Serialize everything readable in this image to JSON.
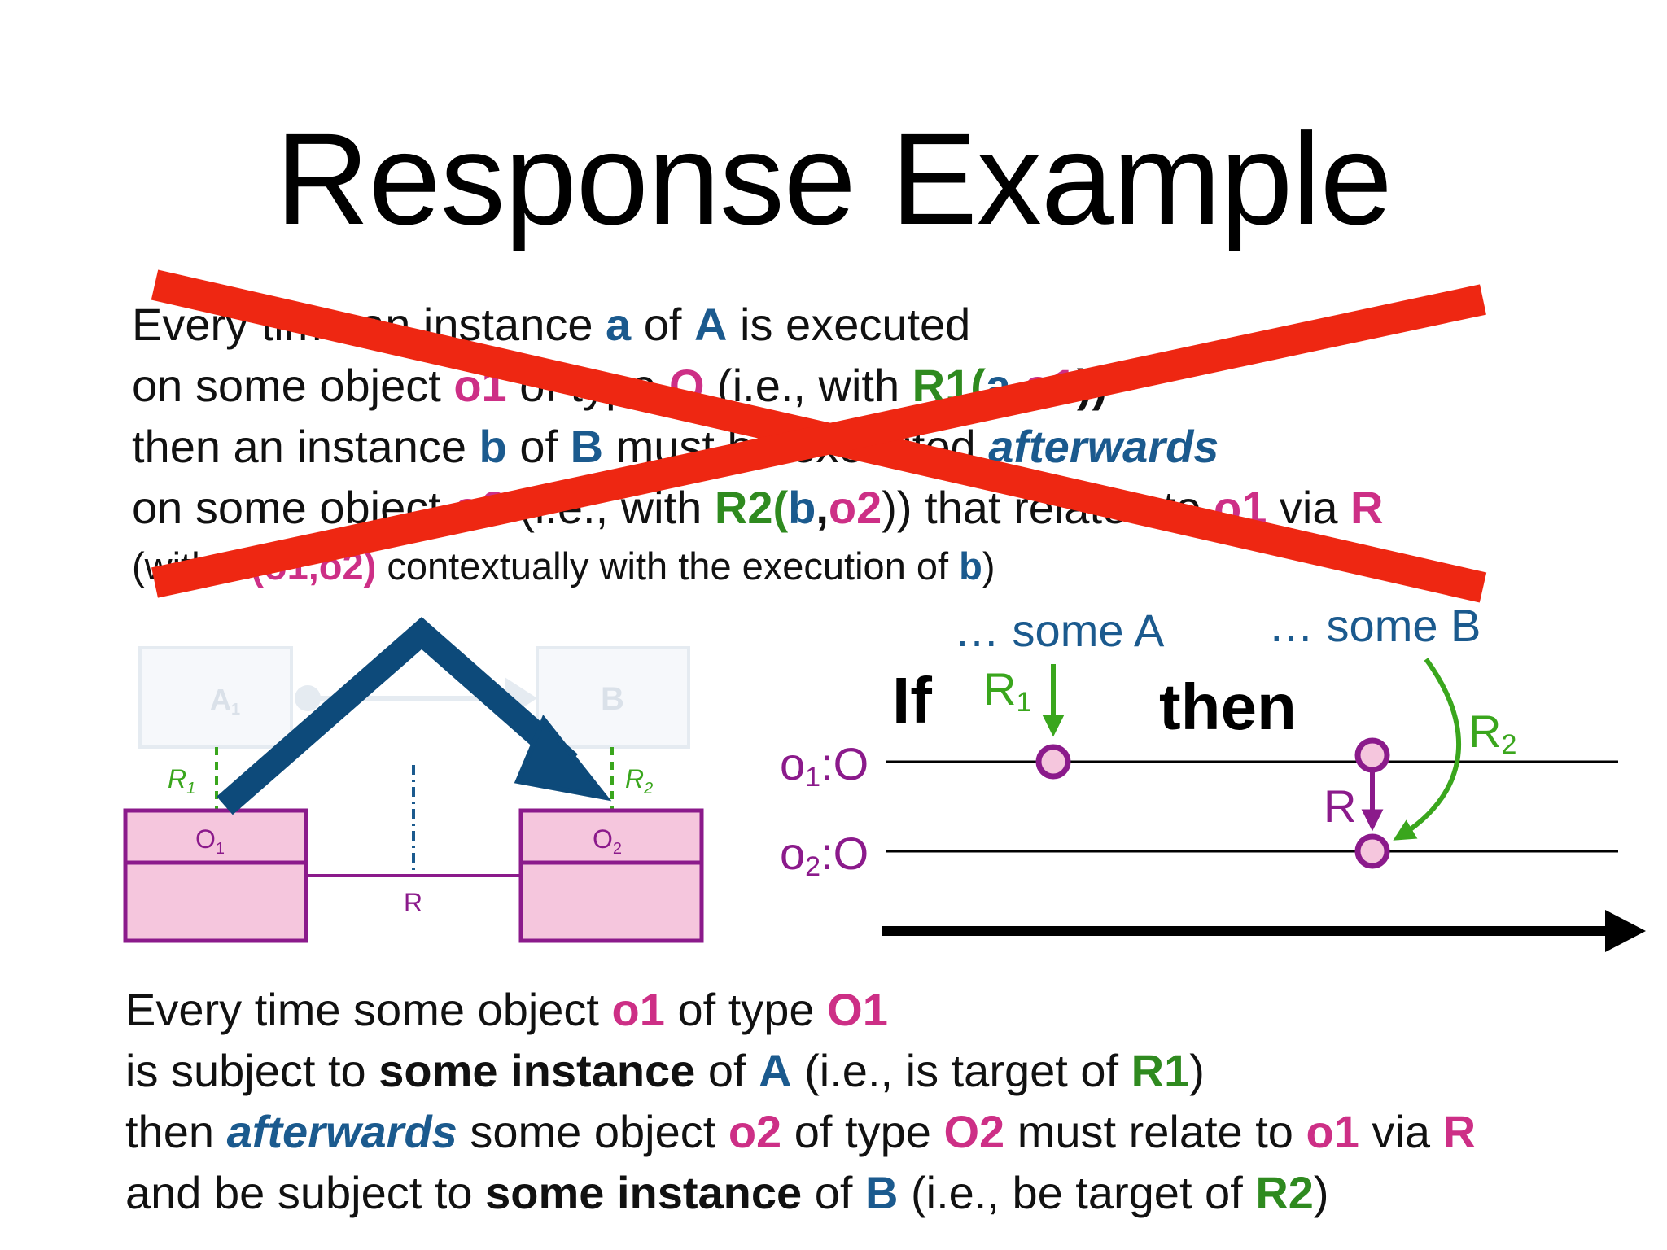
{
  "title": "Response Example",
  "crossed_text": {
    "line1": [
      "Every time an instance ",
      "a",
      " of ",
      "A",
      " is executed"
    ],
    "line2": [
      "on some object ",
      "o1",
      " of type ",
      "O",
      " (i.e., with ",
      "R1(",
      "a",
      ",",
      "o1",
      "))"
    ],
    "line3": [
      "then an instance ",
      "b",
      " of ",
      "B",
      " must be executed ",
      "afterwards"
    ],
    "line4": [
      "on some object ",
      "o2",
      " (i.e., with ",
      "R2(",
      "b",
      ",",
      "o2",
      ")) that relates to ",
      "o1",
      " via ",
      "R"
    ],
    "line5": [
      "(with ",
      "R(o1,o2)",
      " contextually with the execution of ",
      "b",
      ")"
    ]
  },
  "uml": {
    "class_a": "A",
    "class_a_sub": "1",
    "class_b": "B",
    "r1_label": "R",
    "r1_sub": "1",
    "r2_label": "R",
    "r2_sub": "2",
    "o1_label": "O",
    "o1_sub": "1",
    "o2_label": "O",
    "o2_sub": "2",
    "r_label": "R"
  },
  "timeline": {
    "some_a": "… some A",
    "some_b": "… some B",
    "if": "If",
    "then": "then",
    "r1": "R",
    "r1_sub": "1",
    "r2": "R",
    "r2_sub": "2",
    "r": "R",
    "o1_row": [
      "o",
      "1",
      ":O"
    ],
    "o2_row": [
      "o",
      "2",
      ":O"
    ]
  },
  "bottom_text": {
    "line1": [
      "Every time some object ",
      "o1",
      " of type ",
      "O1"
    ],
    "line2": [
      "is subject to ",
      "some instance",
      " of ",
      "A",
      " (i.e., is target of ",
      "R1",
      ")"
    ],
    "line3": [
      "then ",
      "afterwards",
      " some object ",
      "o2",
      " of type ",
      "O2",
      " must relate to ",
      "o1",
      " via ",
      "R"
    ],
    "line4": [
      "and be subject to ",
      "some instance",
      " of ",
      "B",
      " (i.e., be target of ",
      "R2",
      ")"
    ]
  },
  "colors": {
    "blue": "#1b5a8e",
    "magenta": "#cd2f86",
    "green": "#2f8a1f",
    "purple": "#8b1a8b",
    "box_fill": "#f5c6dd",
    "cross_red": "#ee2712",
    "dark_arrow": "#0d4a7a"
  }
}
